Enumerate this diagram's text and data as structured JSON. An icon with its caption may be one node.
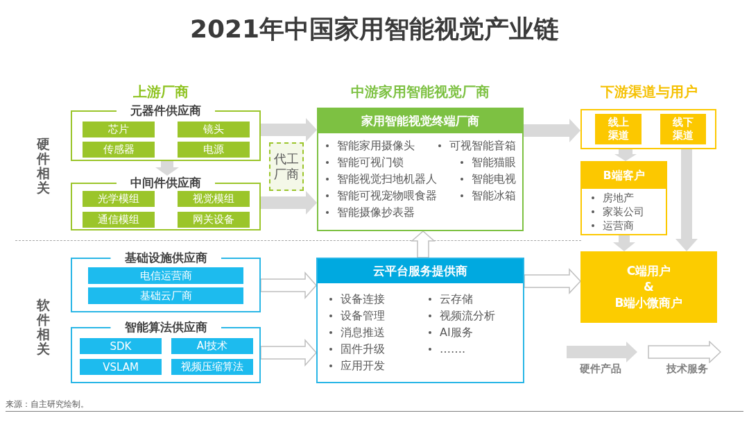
{
  "diagram": {
    "title": "2021年中国家用智能视觉产业链",
    "nodes": [
      {
        "text": [
          "元器件供应商"
        ]
      },
      {
        "text": [
          "芯片"
        ],
        "in": 0
      },
      {
        "text": [
          "镜头"
        ],
        "in": 0
      },
      {
        "text": [
          "传感器"
        ],
        "in": 0
      },
      {
        "text": [
          "电源"
        ],
        "in": 0
      },
      {
        "text": [
          "中间件供应商"
        ]
      },
      {
        "text": [
          "光学模组"
        ],
        "in": 5
      },
      {
        "text": [
          "视觉模组"
        ],
        "in": 5
      },
      {
        "text": [
          "通信模组"
        ],
        "in": 5
      },
      {
        "text": [
          "网关设备"
        ],
        "in": 5
      },
      {
        "text": [
          "代工厂商"
        ]
      },
      {
        "text": [
          "家用智能视觉终端厂商",
          "智能家用摄像头",
          "智能可视门锁",
          "智能视觉扫地机器人",
          "智能可视宠物喂食器",
          "智能摄像抄表器",
          "可视智能音箱",
          "智能猫眼",
          "智能电视",
          "智能冰箱"
        ]
      },
      {
        "text": [],
        "shape": "box"
      },
      {
        "text": [
          "线上渠道"
        ],
        "in": 12
      },
      {
        "text": [
          "线下渠道"
        ],
        "in": 12
      },
      {
        "text": [
          "B端客户",
          "房地产",
          "家装公司",
          "运营商"
        ]
      },
      {
        "text": [
          "C端用户 & B端小微商户"
        ]
      },
      {
        "text": [
          "基础设施供应商"
        ]
      },
      {
        "text": [
          "电信运营商"
        ],
        "in": 17
      },
      {
        "text": [
          "基础云厂商"
        ],
        "in": 17
      },
      {
        "text": [
          "智能算法供应商"
        ]
      },
      {
        "text": [
          "SDK"
        ],
        "in": 20
      },
      {
        "text": [
          "AI技术"
        ],
        "in": 20
      },
      {
        "text": [
          "VSLAM"
        ],
        "in": 20
      },
      {
        "text": [
          "视频压缩算法"
        ],
        "in": 20
      },
      {
        "text": [
          "云平台服务提供商",
          "设备连接",
          "设备管理",
          "消息推送",
          "固件升级",
          "应用开发",
          "云存储",
          "视频流分析",
          "AI服务",
          "……."
        ]
      }
    ],
    "edges": [
      {
        "from": 0,
        "to": 5,
        "arrow": "to",
        "style": "thick"
      },
      {
        "from": 0,
        "to": 11,
        "arrow": "to",
        "style": "thick"
      },
      {
        "from": 5,
        "to": 11,
        "arrow": "to",
        "style": "thick"
      },
      {
        "from": 11,
        "to": 12,
        "arrow": "to",
        "style": "thick"
      },
      {
        "from": 12,
        "to": 15,
        "arrow": "to",
        "style": "thick"
      },
      {
        "from": 15,
        "to": 16,
        "arrow": "to",
        "style": "thick"
      },
      {
        "from": 12,
        "to": 16,
        "arrow": "to",
        "style": "thick"
      },
      {
        "from": 17,
        "to": 25,
        "arrow": "to"
      },
      {
        "from": 20,
        "to": 25,
        "arrow": "to"
      },
      {
        "from": 25,
        "to": 11,
        "arrow": "to"
      },
      {
        "from": 25,
        "to": 16,
        "arrow": "to"
      }
    ],
    "labels": [
      "上游厂商",
      "中游家用智能视觉厂商",
      "下游渠道与用户",
      "硬件相关",
      "软件相关",
      "来源：自主研究绘制。"
    ],
    "legend": [
      {
        "text": "硬件产品"
      },
      {
        "text": "技术服务"
      }
    ]
  }
}
